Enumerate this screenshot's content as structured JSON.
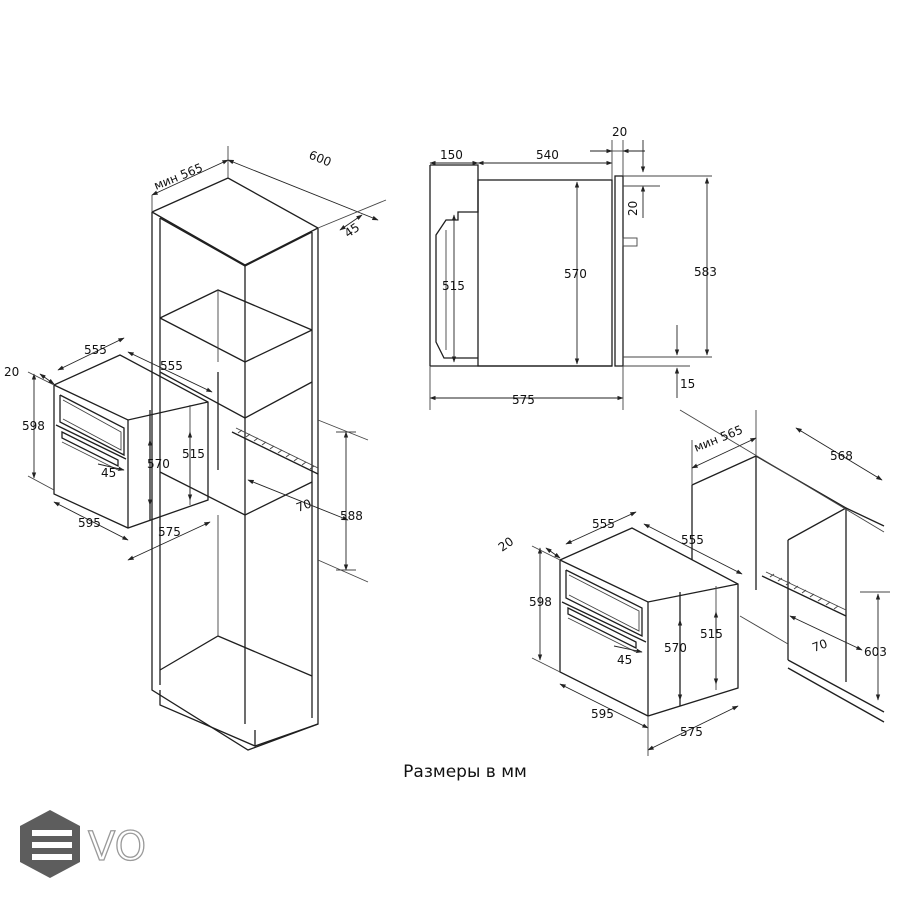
{
  "labels": {
    "tall_min": "мин 565",
    "tall_depth": "600",
    "tall_45": "45",
    "tall_70": "70",
    "tall_588": "588",
    "ov1_20": "20",
    "ov1_555a": "555",
    "ov1_555b": "555",
    "ov1_598": "598",
    "ov1_570": "570",
    "ov1_515": "515",
    "ov1_45": "45",
    "ov1_595": "595",
    "ov1_575": "575",
    "side_20": "20",
    "side_150": "150",
    "side_540": "540",
    "side_2": "20",
    "side_515": "515",
    "side_570": "570",
    "side_583": "583",
    "side_15": "15",
    "side_575": "575",
    "ub_min": "мин 565",
    "ub_568": "568",
    "ub_70": "70",
    "ub_603": "603",
    "ov2_20": "20",
    "ov2_555a": "555",
    "ov2_555b": "555",
    "ov2_598": "598",
    "ov2_570": "570",
    "ov2_515": "515",
    "ov2_45": "45",
    "ov2_595": "595",
    "ov2_575": "575"
  },
  "caption": "Размеры в мм",
  "logo": {
    "text": "VO",
    "icon": "hexagon-e-logo-icon"
  }
}
